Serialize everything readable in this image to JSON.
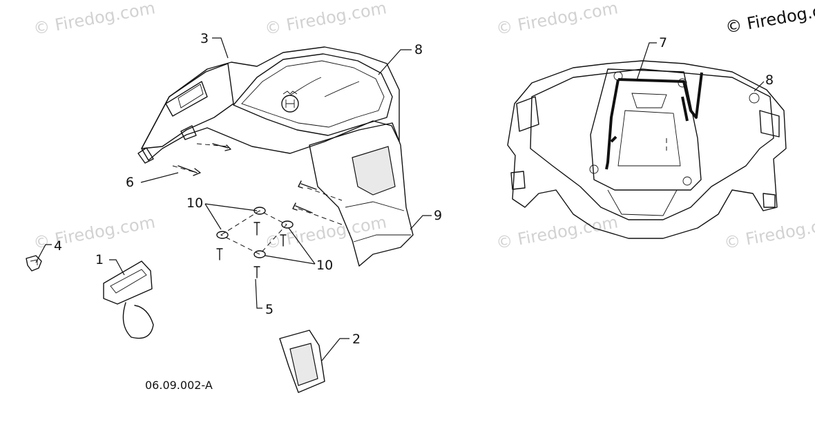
{
  "diagram": {
    "reference_code": "06.09.002-A",
    "watermark_text": "© Firedog.com",
    "corner_watermark_text": "© Firedog.c",
    "callouts": [
      {
        "id": "c1",
        "label": "1"
      },
      {
        "id": "c2",
        "label": "2"
      },
      {
        "id": "c3",
        "label": "3"
      },
      {
        "id": "c4",
        "label": "4"
      },
      {
        "id": "c5",
        "label": "5"
      },
      {
        "id": "c6",
        "label": "6"
      },
      {
        "id": "c7",
        "label": "7"
      },
      {
        "id": "c8a",
        "label": "8"
      },
      {
        "id": "c8b",
        "label": "8"
      },
      {
        "id": "c9",
        "label": "9"
      },
      {
        "id": "c10a",
        "label": "10"
      },
      {
        "id": "c10b",
        "label": "10"
      }
    ],
    "icons": {
      "brand_logo": "husqvarna-crown-icon"
    }
  }
}
